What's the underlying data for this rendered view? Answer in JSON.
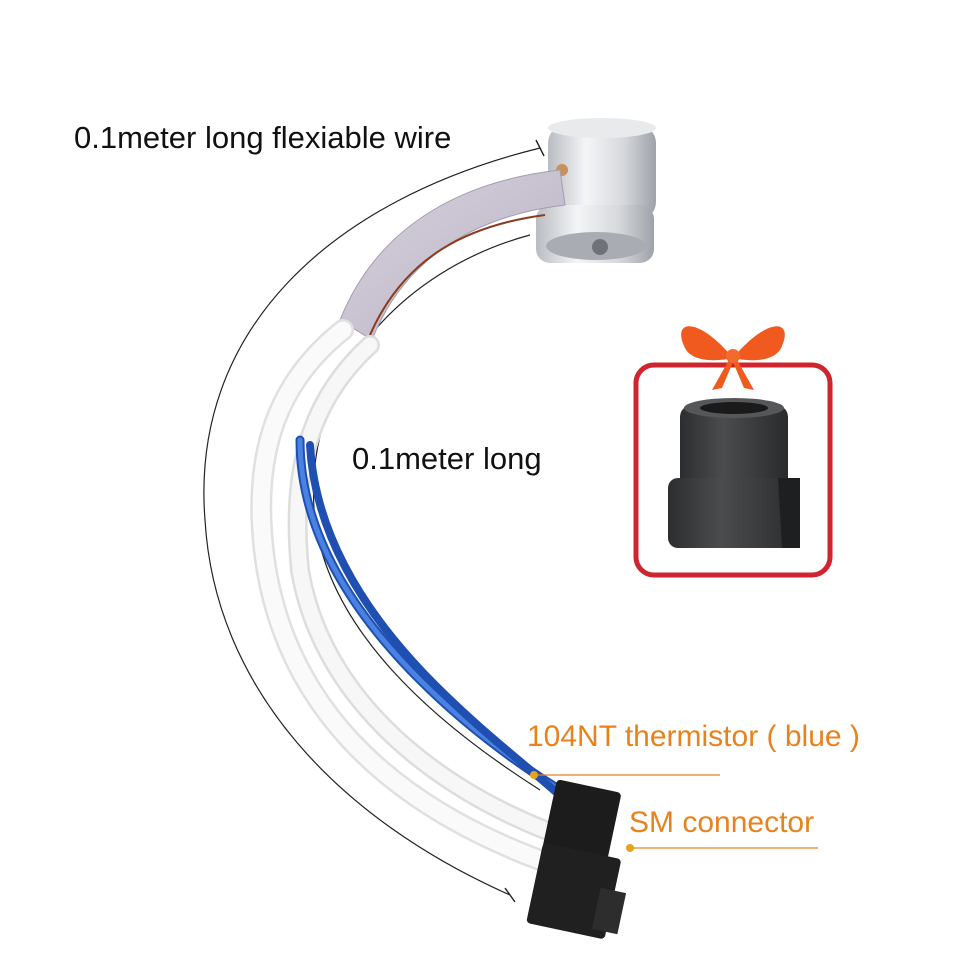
{
  "labels": {
    "wire_length": "0.1meter long flexiable wire",
    "inner_length": "0.1meter long",
    "thermistor": "104NT thermistor ( blue )",
    "connector": "SM connector"
  },
  "colors": {
    "callout_orange": "#e8821c",
    "gift_frame_red": "#d0242e",
    "gift_bow_orange": "#f05a1e",
    "sleeve_gray": "#c9c3d1",
    "wire_white": "#f2f2f2",
    "wire_blue": "#2b5fc4",
    "cap_black": "#3a3b3c"
  },
  "icons": {
    "gift": "gift-bow-icon"
  }
}
